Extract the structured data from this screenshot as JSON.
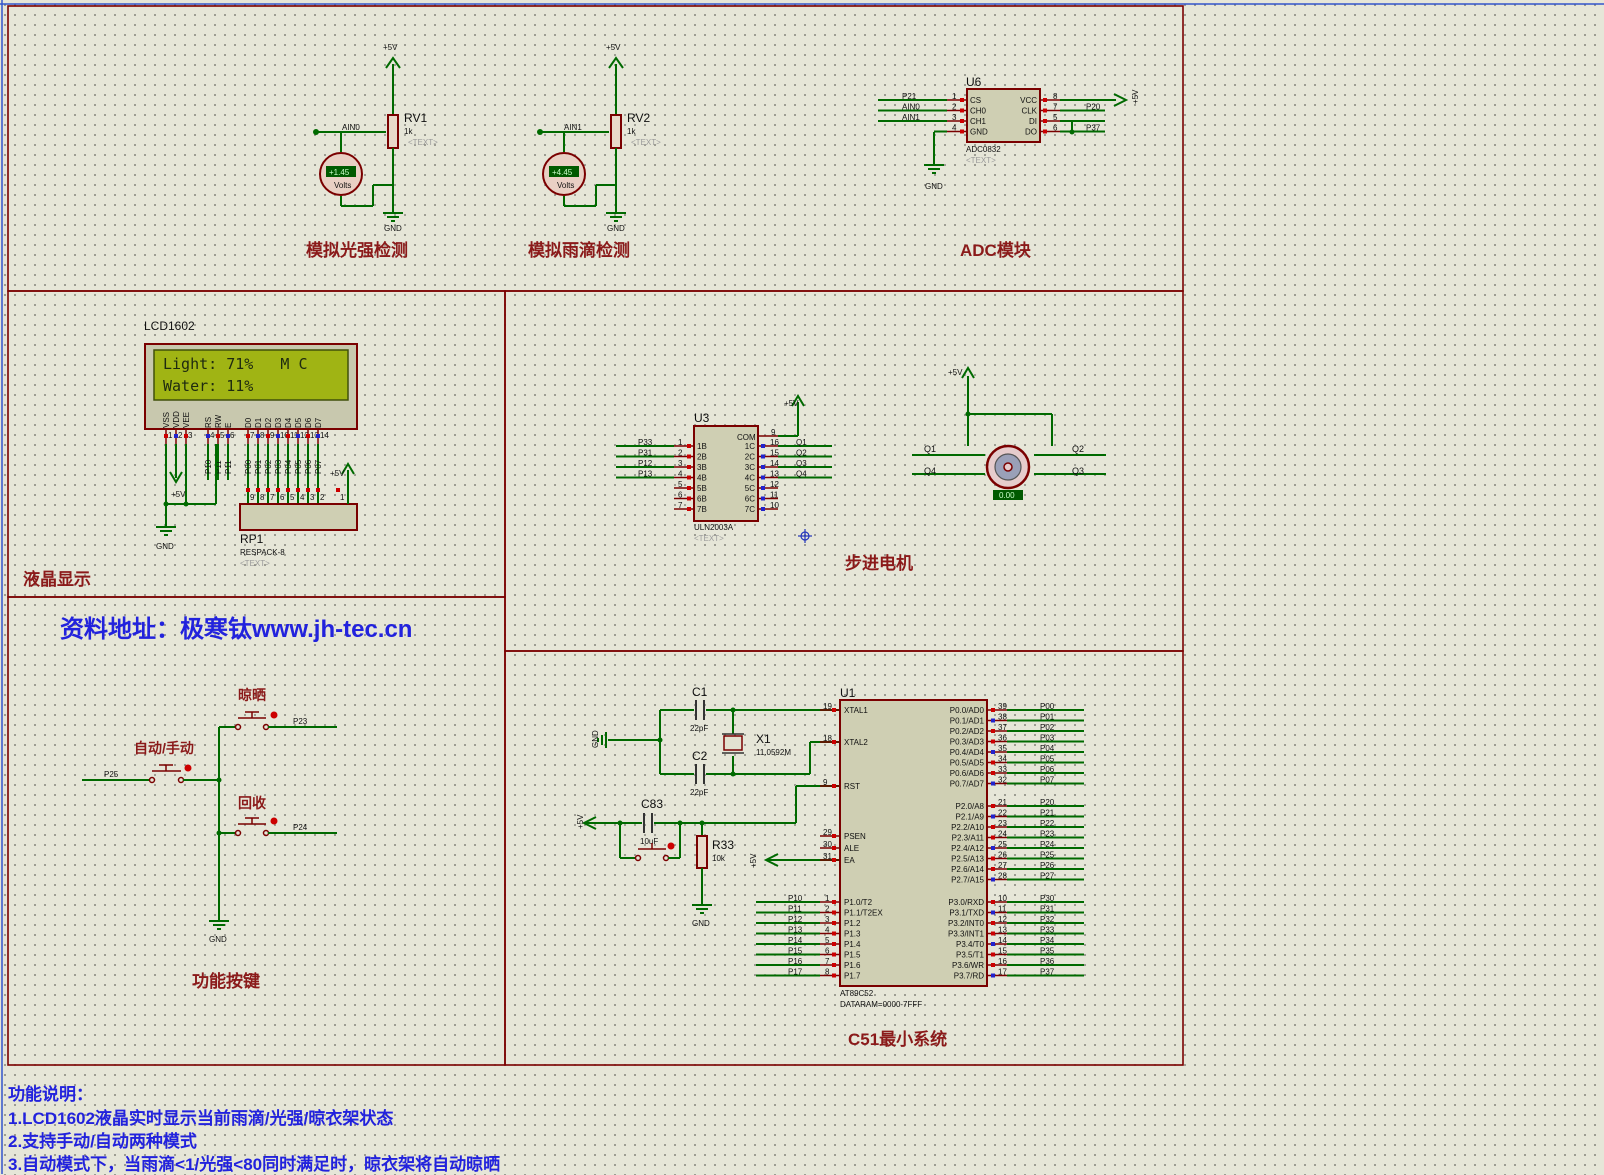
{
  "sections": {
    "light": "模拟光强检测",
    "rain": "模拟雨滴检测",
    "adc": "ADC模块",
    "lcd": "液晶显示",
    "stepper": "步进电机",
    "keys": "功能按键",
    "mcu": "C51最小系统"
  },
  "url_text": "资料地址：极寒钛www.jh-tec.cn",
  "description": {
    "title": "功能说明：",
    "lines": [
      "1.LCD1602液晶实时显示当前雨滴/光强/晾衣架状态",
      "2.支持手动/自动两种模式",
      "3.自动模式下，当雨滴<1/光强<80同时满足时，晾衣架将自动晾晒"
    ]
  },
  "rv1": {
    "ref": "RV1",
    "value": "1k",
    "text": "<TEXT>",
    "net": "AIN0",
    "meter": "+1.45",
    "unit": "Volts",
    "vcc": "+5V",
    "gnd": "GND"
  },
  "rv2": {
    "ref": "RV2",
    "value": "1k",
    "text": "<TEXT>",
    "net": "AIN1",
    "meter": "+4.45",
    "unit": "Volts",
    "vcc": "+5V",
    "gnd": "GND"
  },
  "u6": {
    "ref": "U6",
    "part": "ADC0832",
    "text": "<TEXT>",
    "left_pins": [
      "CS",
      "CH0",
      "CH1",
      "GND"
    ],
    "left_nums": [
      "1",
      "2",
      "3",
      "4"
    ],
    "left_nets": [
      "P21",
      "AIN0",
      "AIN1",
      ""
    ],
    "right_pins": [
      "VCC",
      "CLK",
      "DI",
      "DO"
    ],
    "right_nums": [
      "8",
      "7",
      "5",
      "6"
    ],
    "right_nets": [
      "",
      "P20",
      "",
      "P37"
    ],
    "vcc": "+5V",
    "gnd": "GND"
  },
  "lcd": {
    "ref": "LCD1602",
    "line1": "Light: 71%   M C",
    "line2": "Water: 11%",
    "pins": [
      "VSS",
      "VDD",
      "VEE",
      "RS",
      "RW",
      "E",
      "D0",
      "D1",
      "D2",
      "D3",
      "D4",
      "D5",
      "D6",
      "D7"
    ],
    "pin_nums": [
      "1",
      "2",
      "3",
      "4",
      "5",
      "6",
      "7",
      "8",
      "9",
      "10",
      "11",
      "12",
      "13",
      "14"
    ],
    "ctrl_nets": [
      "P10",
      "P11",
      "P11"
    ],
    "data_nets": [
      "P00",
      "P01",
      "P02",
      "P03",
      "P04",
      "P05",
      "P06",
      "P07"
    ],
    "vcc": "+5V",
    "gnd": "GND"
  },
  "rp1": {
    "ref": "RP1",
    "part": "RESPACK-8",
    "text": "<TEXT>",
    "pin_nums": [
      "9",
      "8",
      "7",
      "6",
      "5",
      "4",
      "3",
      "2",
      "1"
    ],
    "vcc": "+5V"
  },
  "u3": {
    "ref": "U3",
    "part": "ULN2003A",
    "text": "<TEXT>",
    "left_pins": [
      "1B",
      "2B",
      "3B",
      "4B",
      "5B",
      "6B",
      "7B"
    ],
    "left_nums": [
      "1",
      "2",
      "3",
      "4",
      "5",
      "6",
      "7"
    ],
    "left_nets": [
      "P33",
      "P31",
      "P12",
      "P13",
      "",
      "",
      ""
    ],
    "right_pins": [
      "1C",
      "2C",
      "3C",
      "4C",
      "5C",
      "6C",
      "7C"
    ],
    "right_nums": [
      "16",
      "15",
      "14",
      "13",
      "12",
      "11",
      "10"
    ],
    "right_nets": [
      "Q1",
      "Q2",
      "Q3",
      "Q4",
      "",
      "",
      ""
    ],
    "com": "COM",
    "com_num": "9",
    "vcc": "+5V"
  },
  "motor": {
    "nets": [
      "Q1",
      "Q2",
      "Q4",
      "Q3"
    ],
    "readout": "0.00",
    "vcc": "+5V"
  },
  "keys": {
    "dry": "晾晒",
    "mode": "自动/手动",
    "retract": "回收",
    "nets": [
      "P23",
      "P25",
      "P24"
    ],
    "gnd": "GND"
  },
  "crystal": {
    "c1_ref": "C1",
    "c1_val": "22pF",
    "c2_ref": "C2",
    "c2_val": "22pF",
    "x1_ref": "X1",
    "x1_val": "11.0592M",
    "gnd": "GND"
  },
  "reset": {
    "c_ref": "C83",
    "c_val": "10uF",
    "r_ref": "R33",
    "r_val": "10k",
    "vcc": "+5V",
    "gnd": "GND"
  },
  "u1": {
    "ref": "U1",
    "part": "AT89C52",
    "dataram": "DATARAM=0000-7FFF",
    "left_top": [
      [
        "XTAL1",
        "19"
      ],
      [
        "XTAL2",
        "18"
      ],
      [
        "RST",
        "9"
      ],
      [
        "PSEN",
        "29"
      ],
      [
        "ALE",
        "30"
      ],
      [
        "EA",
        "31"
      ]
    ],
    "left_p1": [
      [
        "P1.0/T2",
        "1",
        "P10"
      ],
      [
        "P1.1/T2EX",
        "2",
        "P11"
      ],
      [
        "P1.2",
        "3",
        "P12"
      ],
      [
        "P1.3",
        "4",
        "P13"
      ],
      [
        "P1.4",
        "5",
        "P14"
      ],
      [
        "P1.5",
        "6",
        "P15"
      ],
      [
        "P1.6",
        "7",
        "P16"
      ],
      [
        "P1.7",
        "8",
        "P17"
      ]
    ],
    "p0": [
      [
        "P0.0/AD0",
        "39",
        "P00"
      ],
      [
        "P0.1/AD1",
        "38",
        "P01"
      ],
      [
        "P0.2/AD2",
        "37",
        "P02"
      ],
      [
        "P0.3/AD3",
        "36",
        "P03"
      ],
      [
        "P0.4/AD4",
        "35",
        "P04"
      ],
      [
        "P0.5/AD5",
        "34",
        "P05"
      ],
      [
        "P0.6/AD6",
        "33",
        "P06"
      ],
      [
        "P0.7/AD7",
        "32",
        "P07"
      ]
    ],
    "p2": [
      [
        "P2.0/A8",
        "21",
        "P20"
      ],
      [
        "P2.1/A9",
        "22",
        "P21"
      ],
      [
        "P2.2/A10",
        "23",
        "P22"
      ],
      [
        "P2.3/A11",
        "24",
        "P23"
      ],
      [
        "P2.4/A12",
        "25",
        "P24"
      ],
      [
        "P2.5/A13",
        "26",
        "P25"
      ],
      [
        "P2.6/A14",
        "27",
        "P26"
      ],
      [
        "P2.7/A15",
        "28",
        "P27"
      ]
    ],
    "p3": [
      [
        "P3.0/RXD",
        "10",
        "P30"
      ],
      [
        "P3.1/TXD",
        "11",
        "P31"
      ],
      [
        "P3.2/INT0",
        "12",
        "P32"
      ],
      [
        "P3.3/INT1",
        "13",
        "P33"
      ],
      [
        "P3.4/T0",
        "14",
        "P34"
      ],
      [
        "P3.5/T1",
        "15",
        "P35"
      ],
      [
        "P3.6/WR",
        "16",
        "P36"
      ],
      [
        "P3.7/RD",
        "17",
        "P37"
      ]
    ]
  }
}
